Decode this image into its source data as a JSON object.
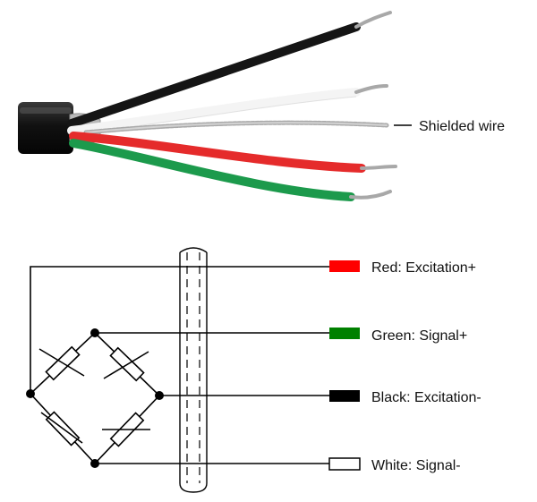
{
  "photo": {
    "callout": "Shielded wire"
  },
  "colors": {
    "red": "#ff0000",
    "green": "#008000",
    "black": "#000000",
    "white": "#ffffff",
    "line": "#000000"
  },
  "legend": [
    {
      "key": "red",
      "label": "Red: Excitation+"
    },
    {
      "key": "green",
      "label": "Green: Signal+"
    },
    {
      "key": "black",
      "label": "Black: Excitation-"
    },
    {
      "key": "white",
      "label": "White: Signal-"
    }
  ]
}
